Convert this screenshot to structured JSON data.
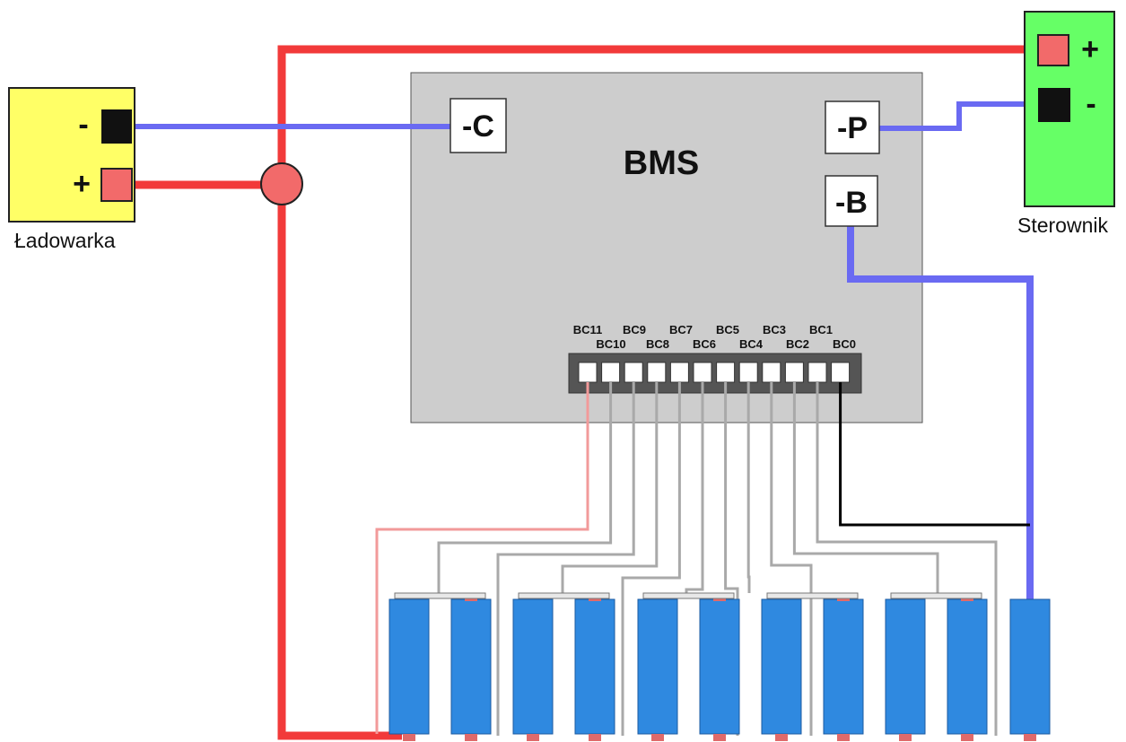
{
  "bms": {
    "title": "BMS",
    "terminal_c": "-C",
    "terminal_p": "-P",
    "terminal_b": "-B"
  },
  "charger": {
    "label": "Ładowarka",
    "minus": "-",
    "plus": "+"
  },
  "controller": {
    "label": "Sterownik",
    "plus": "+",
    "minus": "-"
  },
  "balance_connector": {
    "top_labels": [
      "BC11",
      "BC9",
      "BC7",
      "BC5",
      "BC3",
      "BC1"
    ],
    "bottom_labels": [
      "BC10",
      "BC8",
      "BC6",
      "BC4",
      "BC2",
      "BC0"
    ],
    "pins": 12
  },
  "cells": {
    "count": 11
  },
  "colors": {
    "positive_wire": "#f23a3a",
    "negative_wire": "#6a6af2",
    "balance_wire": "#a9a9a9",
    "bc11_wire": "#f29a9a",
    "bc0_wire": "#000000",
    "bms_body": "#cdcdcd",
    "charger_body": "#ffff66",
    "controller_body": "#66ff66",
    "cell_fill": "#2f89e0",
    "cell_cap": "#e06a6a"
  }
}
